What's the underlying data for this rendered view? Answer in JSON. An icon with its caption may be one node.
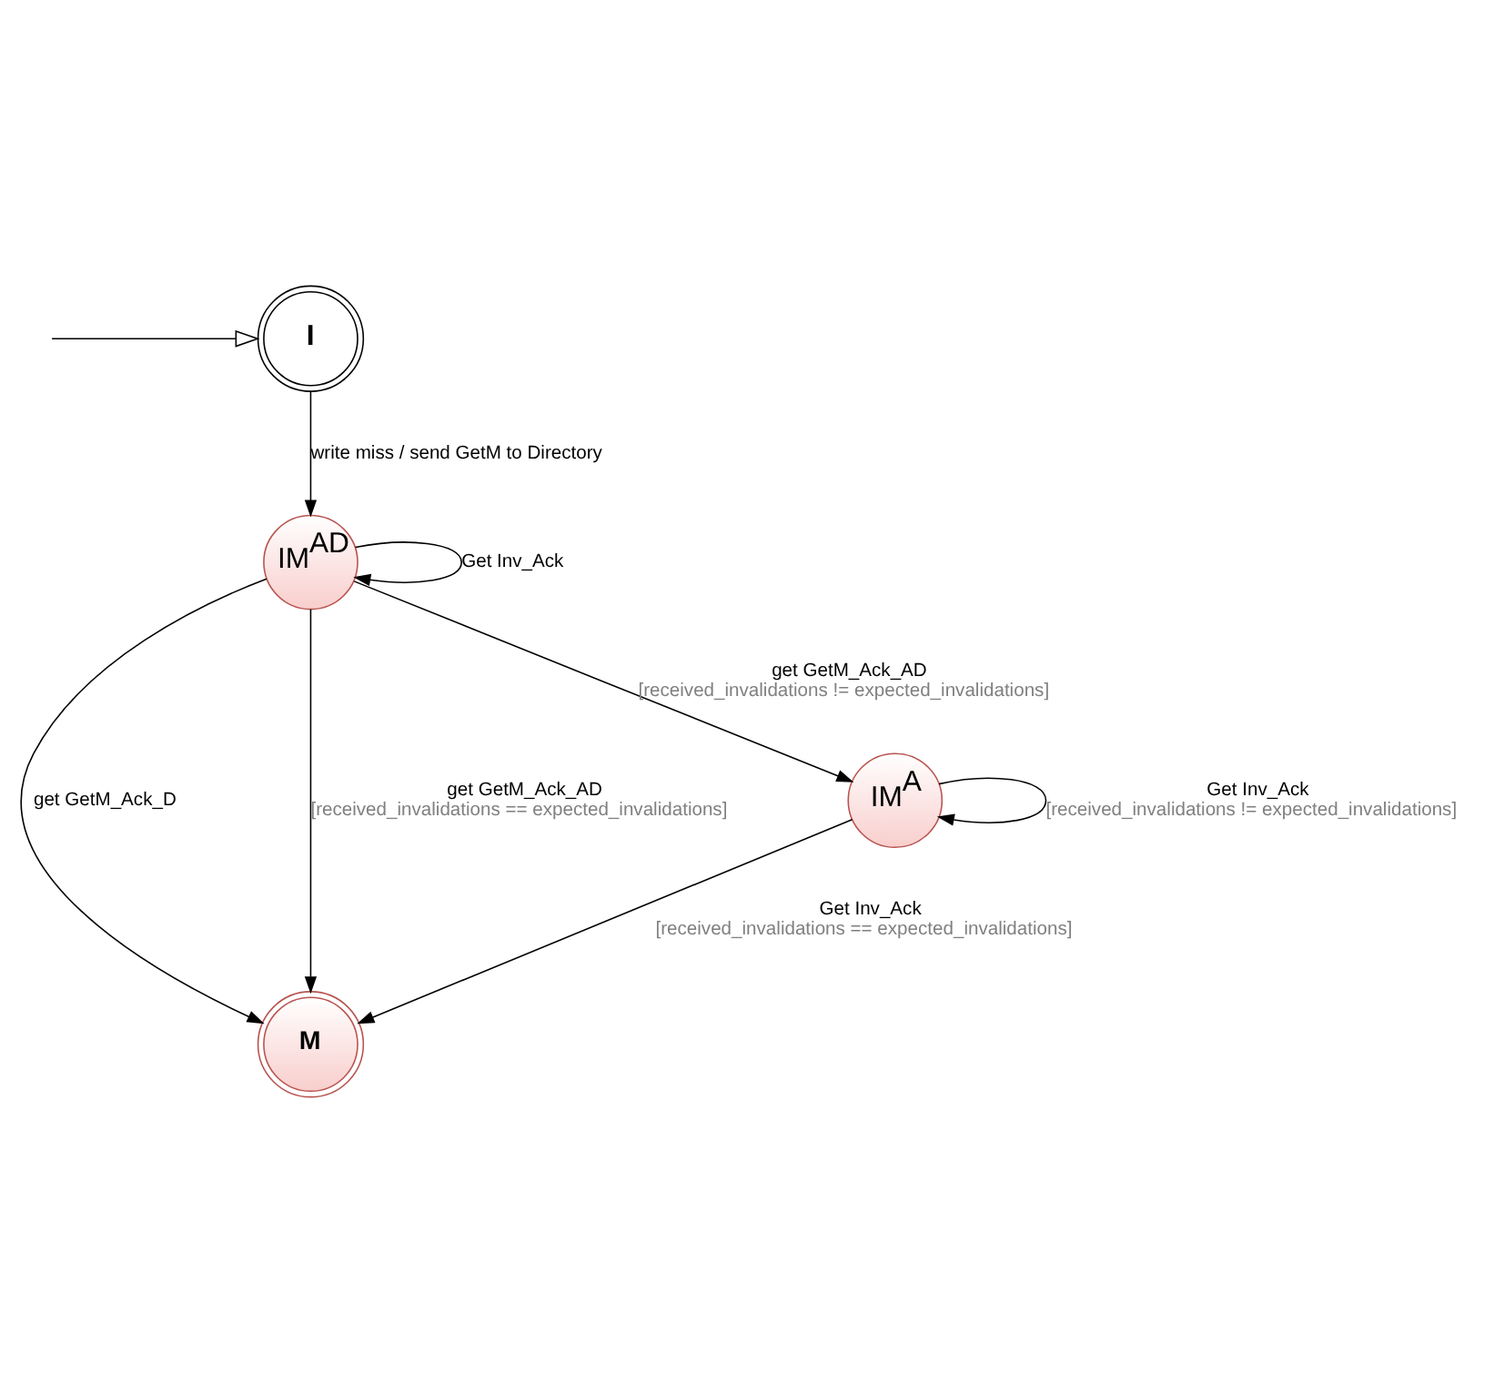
{
  "diagram": {
    "nodes": [
      {
        "text": [
          "I"
        ]
      },
      {
        "text": [
          "IM$^{AD}$"
        ]
      },
      {
        "text": [
          "M"
        ]
      },
      {
        "text": [
          "IM$^{A}$"
        ]
      }
    ],
    "edges": [
      {
        "from": null,
        "to": 0,
        "arrow": "to"
      },
      {
        "from": 0,
        "to": 1,
        "arrow": "to",
        "label": "write miss / send GetM to Directory"
      },
      {
        "from": 1,
        "to": 1,
        "arrow": "to",
        "label": "Get Inv_Ack"
      },
      {
        "from": 1,
        "to": 2,
        "arrow": "to",
        "label": "get GetM_Ack_D"
      },
      {
        "from": 1,
        "to": 2,
        "arrow": "to",
        "label": "get GetM_Ack_AD [received_invalidations == expected_invalidations]"
      },
      {
        "from": 1,
        "to": 3,
        "arrow": "to",
        "label": "get GetM_Ack_AD [received_invalidations != expected_invalidations]"
      },
      {
        "from": 3,
        "to": 3,
        "arrow": "to",
        "label": "Get Inv_Ack [received_invalidations != expected_invalidations]"
      },
      {
        "from": 3,
        "to": 2,
        "arrow": "to",
        "label": "Get Inv_Ack [received_invalidations == expected_invalidations]"
      }
    ]
  }
}
